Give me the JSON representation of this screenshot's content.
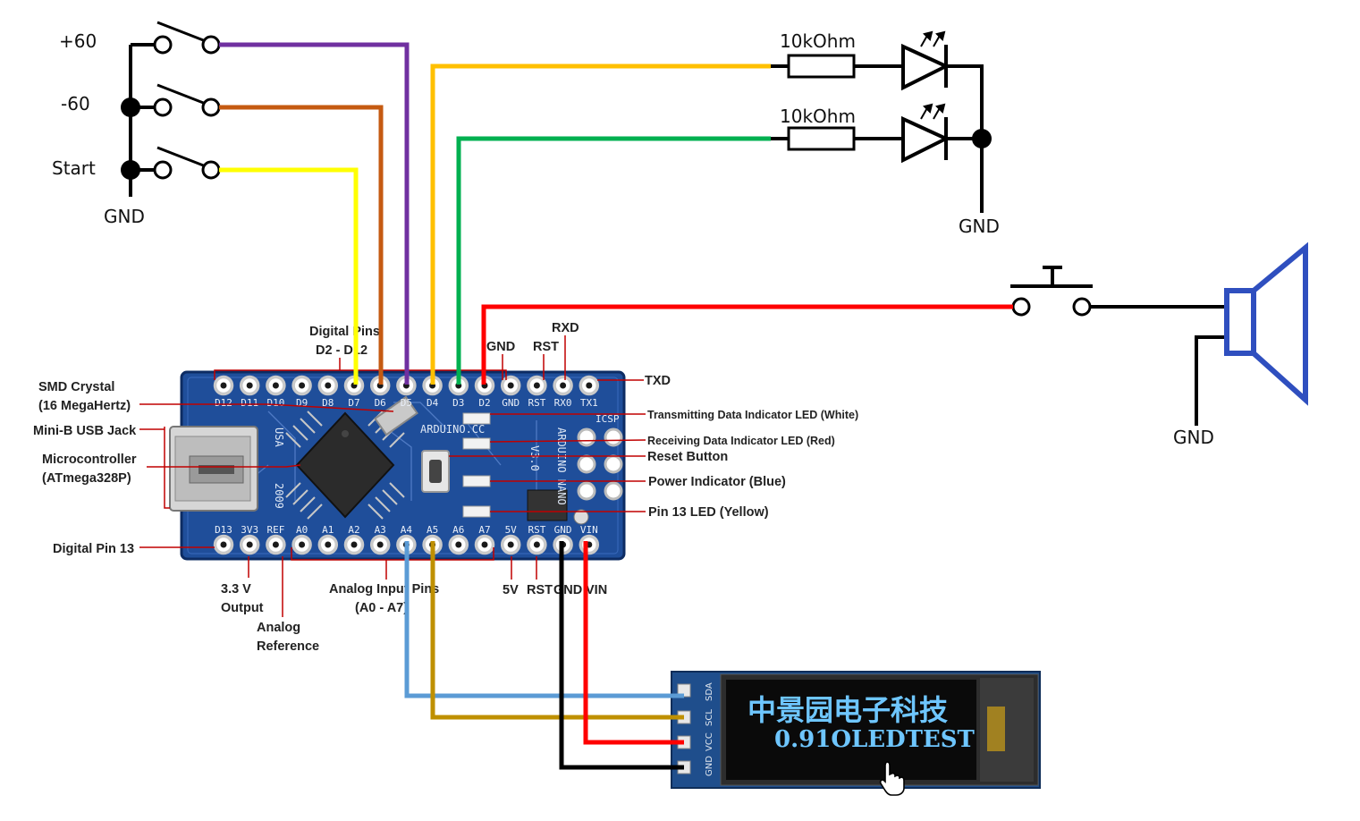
{
  "switches": {
    "plus60": "+60",
    "minus60": "-60",
    "start": "Start",
    "gnd": "GND"
  },
  "leds": {
    "resistor1": "10kOhm",
    "resistor2": "10kOhm",
    "gnd": "GND"
  },
  "speaker": {
    "gnd": "GND"
  },
  "board": {
    "annotations": {
      "smd_crystal_1": "SMD Crystal",
      "smd_crystal_2": "(16 MegaHertz)",
      "usb_jack": "Mini-B USB Jack",
      "mcu_1": "Microcontroller",
      "mcu_2": "(ATmega328P)",
      "digital_pin13": "Digital Pin 13",
      "digital_pins_1": "Digital Pins",
      "digital_pins_2": "D2 - D12",
      "gnd_top": "GND",
      "rst_top": "RST",
      "rxd": "RXD",
      "txd": "TXD",
      "tx_led": "Transmitting Data Indicator LED (White)",
      "rx_led": "Receiving Data Indicator LED (Red)",
      "reset_button": "Reset Button",
      "power_led": "Power Indicator (Blue)",
      "pin13_led": "Pin 13 LED (Yellow)",
      "v33_1": "3.3 V",
      "v33_2": "Output",
      "aref_1": "Analog",
      "aref_2": "Reference",
      "analog_1": "Analog Input Pins",
      "analog_2": "(A0 - A7)",
      "v5": "5V",
      "rst_bottom": "RST",
      "gnd_bottom": "GND",
      "vin": "VIN"
    },
    "top_pins": [
      "D12",
      "D11",
      "D10",
      "D9",
      "D8",
      "D7",
      "D6",
      "D5",
      "D4",
      "D3",
      "D2",
      "GND",
      "RST",
      "RX0",
      "TX1"
    ],
    "bottom_pins": [
      "D13",
      "3V3",
      "REF",
      "A0",
      "A1",
      "A2",
      "A3",
      "A4",
      "A5",
      "A6",
      "A7",
      "5V",
      "RST",
      "GND",
      "VIN"
    ],
    "silk_arduino": "ARDUINO.CC",
    "silk_nano": "ARDUINO NANO",
    "silk_version": "V3.0",
    "silk_usa": "USA",
    "silk_year": "2009",
    "silk_icsp": "ICSP"
  },
  "oled": {
    "line1": "中景园电子科技",
    "line2": "0.91OLEDTEST",
    "pins": [
      "GND",
      "VCC",
      "SCL",
      "SDA"
    ]
  },
  "colors": {
    "purple": "#7030a0",
    "brown": "#c55a11",
    "yellow": "#ffff00",
    "orange": "#ffc000",
    "green": "#00b050",
    "red": "#ff0000",
    "blue": "#5b9bd5",
    "gold": "#bf9000",
    "speaker": "#2f4fbf",
    "board": "#1f4e9a"
  }
}
